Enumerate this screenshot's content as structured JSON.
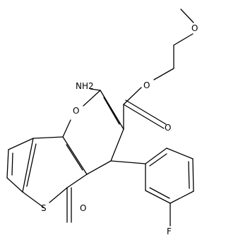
{
  "molecule": {
    "labels": {
      "amino": "NH2",
      "ring_oxygen": "O",
      "ester_oxygen": "O",
      "carbonyl_oxygen_ester": "O",
      "ether_oxygen": "O",
      "thione_sulfur": "S",
      "lactone_oxygen": "O",
      "fluorine": "F"
    }
  }
}
